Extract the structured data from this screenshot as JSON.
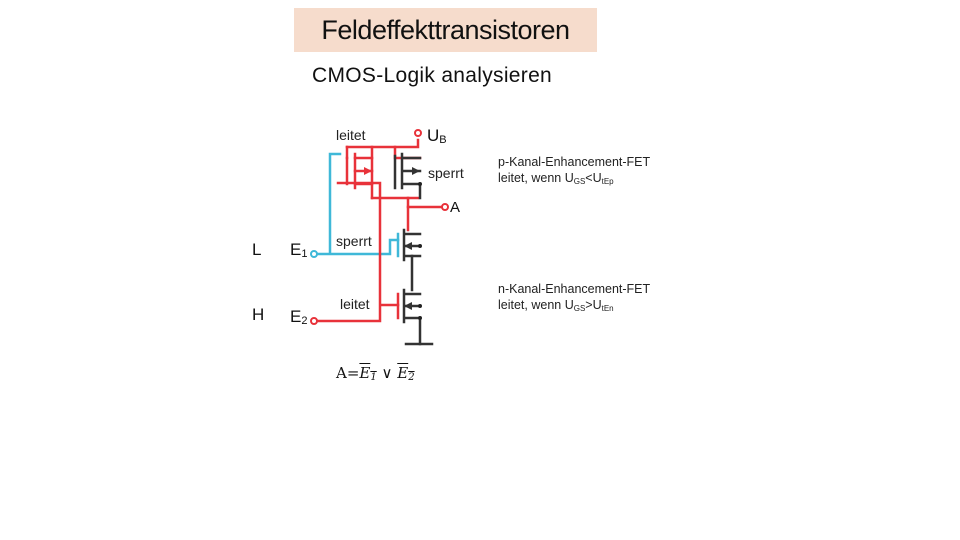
{
  "header": {
    "title": "Feldeffekttransistoren",
    "subtitle": "CMOS-Logik analysieren"
  },
  "diagram": {
    "supply_label": "U",
    "supply_sub": "B",
    "output_label": "A",
    "input1_label": "E",
    "input1_sub": "1",
    "input2_label": "E",
    "input2_sub": "2",
    "input1_level": "L",
    "input2_level": "H",
    "states": {
      "p_top_left": "leitet",
      "p_top_right": "sperrt",
      "n_upper": "sperrt",
      "n_lower": "leitet"
    },
    "colors": {
      "active": "#e8323a",
      "inactive": "#3fb8d8",
      "neutral": "#222222"
    }
  },
  "descriptions": {
    "pfet_line1": "p-Kanal-Enhancement-FET",
    "pfet_line2_prefix": "leitet, wenn U",
    "pfet_line2_sub1": "GS",
    "pfet_line2_mid": "<U",
    "pfet_line2_sub2": "tEp",
    "nfet_line1": "n-Kanal-Enhancement-FET",
    "nfet_line2_prefix": "leitet, wenn U",
    "nfet_line2_sub1": "GS",
    "nfet_line2_mid": ">U",
    "nfet_line2_sub2": "tEn"
  },
  "formula": {
    "lhs": "A=",
    "term1": "E",
    "term1_sub": "1",
    "operator": " ∨ ",
    "term2": "E",
    "term2_sub": "2"
  }
}
